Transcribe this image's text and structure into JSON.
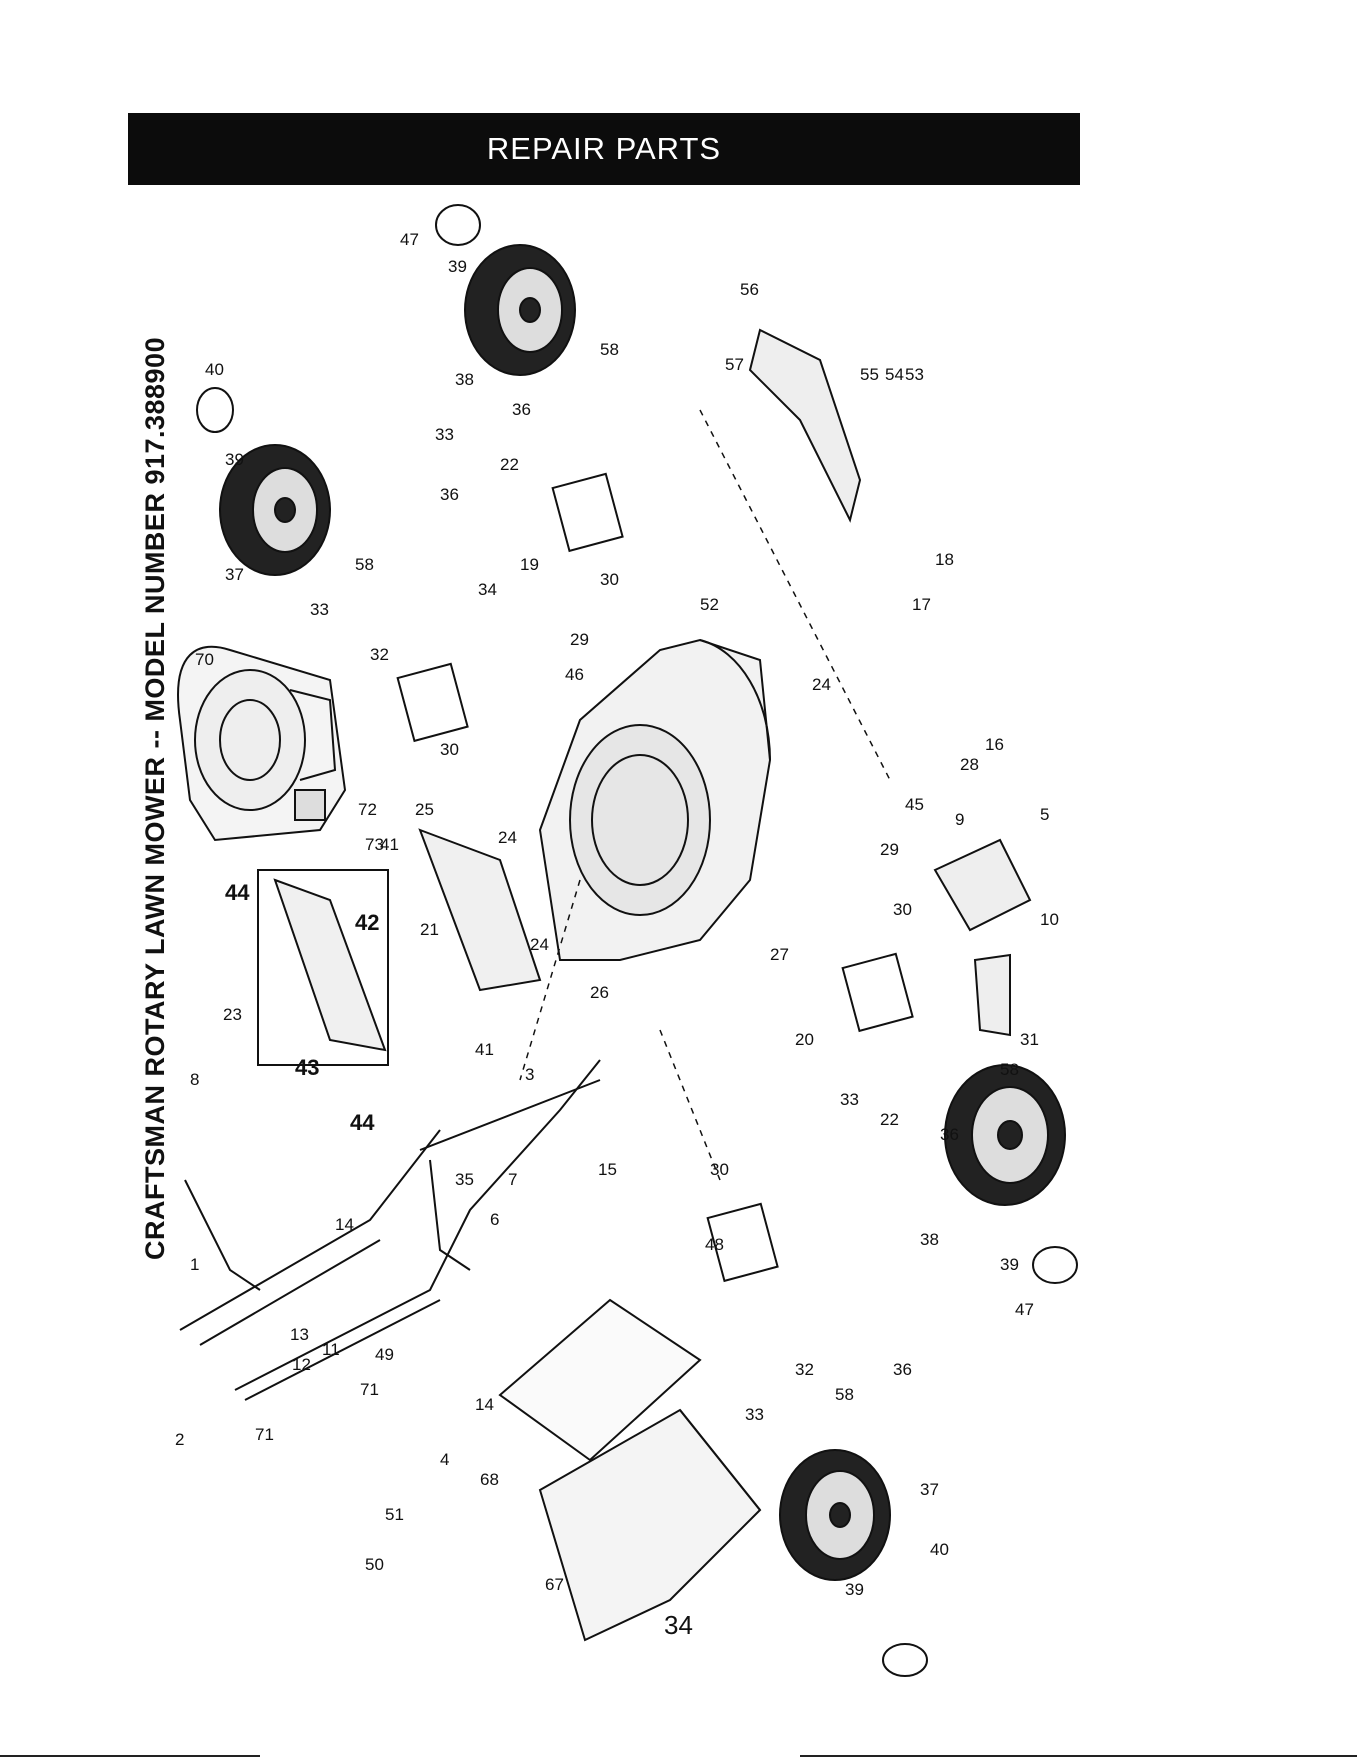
{
  "header": {
    "title": "REPAIR PARTS"
  },
  "model_title": "CRAFTSMAN ROTARY LAWN MOWER -- MODEL NUMBER 917.388900",
  "page_number": "34",
  "parts_callouts": [
    "1",
    "2",
    "3",
    "4",
    "5",
    "6",
    "7",
    "8",
    "9",
    "10",
    "11",
    "12",
    "13",
    "14",
    "14",
    "15",
    "16",
    "17",
    "18",
    "19",
    "20",
    "21",
    "22",
    "22",
    "23",
    "24",
    "24",
    "24",
    "25",
    "26",
    "27",
    "28",
    "29",
    "29",
    "30",
    "30",
    "30",
    "30",
    "31",
    "32",
    "32",
    "33",
    "33",
    "33",
    "33",
    "34",
    "35",
    "36",
    "36",
    "36",
    "36",
    "37",
    "37",
    "38",
    "38",
    "39",
    "39",
    "39",
    "39",
    "40",
    "40",
    "41",
    "41",
    "42",
    "43",
    "44",
    "44",
    "45",
    "46",
    "47",
    "47",
    "48",
    "49",
    "50",
    "51",
    "52",
    "53",
    "54",
    "55",
    "56",
    "57",
    "58",
    "58",
    "58",
    "58",
    "67",
    "68",
    "70",
    "71",
    "71",
    "72",
    "73"
  ],
  "colors": {
    "header_bg": "#0c0c0c",
    "header_text": "#ffffff",
    "ink": "#111111"
  }
}
